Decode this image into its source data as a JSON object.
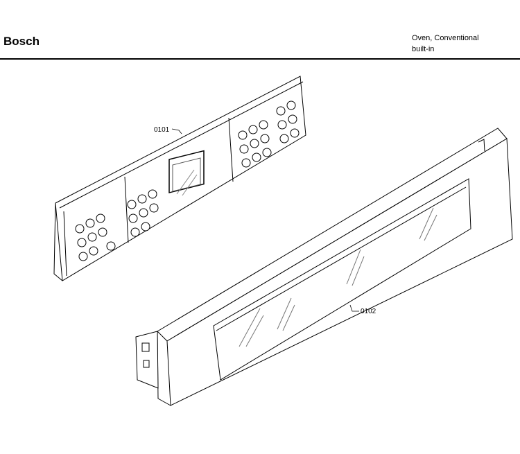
{
  "header": {
    "brand": "Bosch",
    "description_line1": "Oven, Conventional",
    "description_line2": "built-in"
  },
  "parts": [
    {
      "callout": "0101"
    },
    {
      "callout": "0102"
    }
  ]
}
